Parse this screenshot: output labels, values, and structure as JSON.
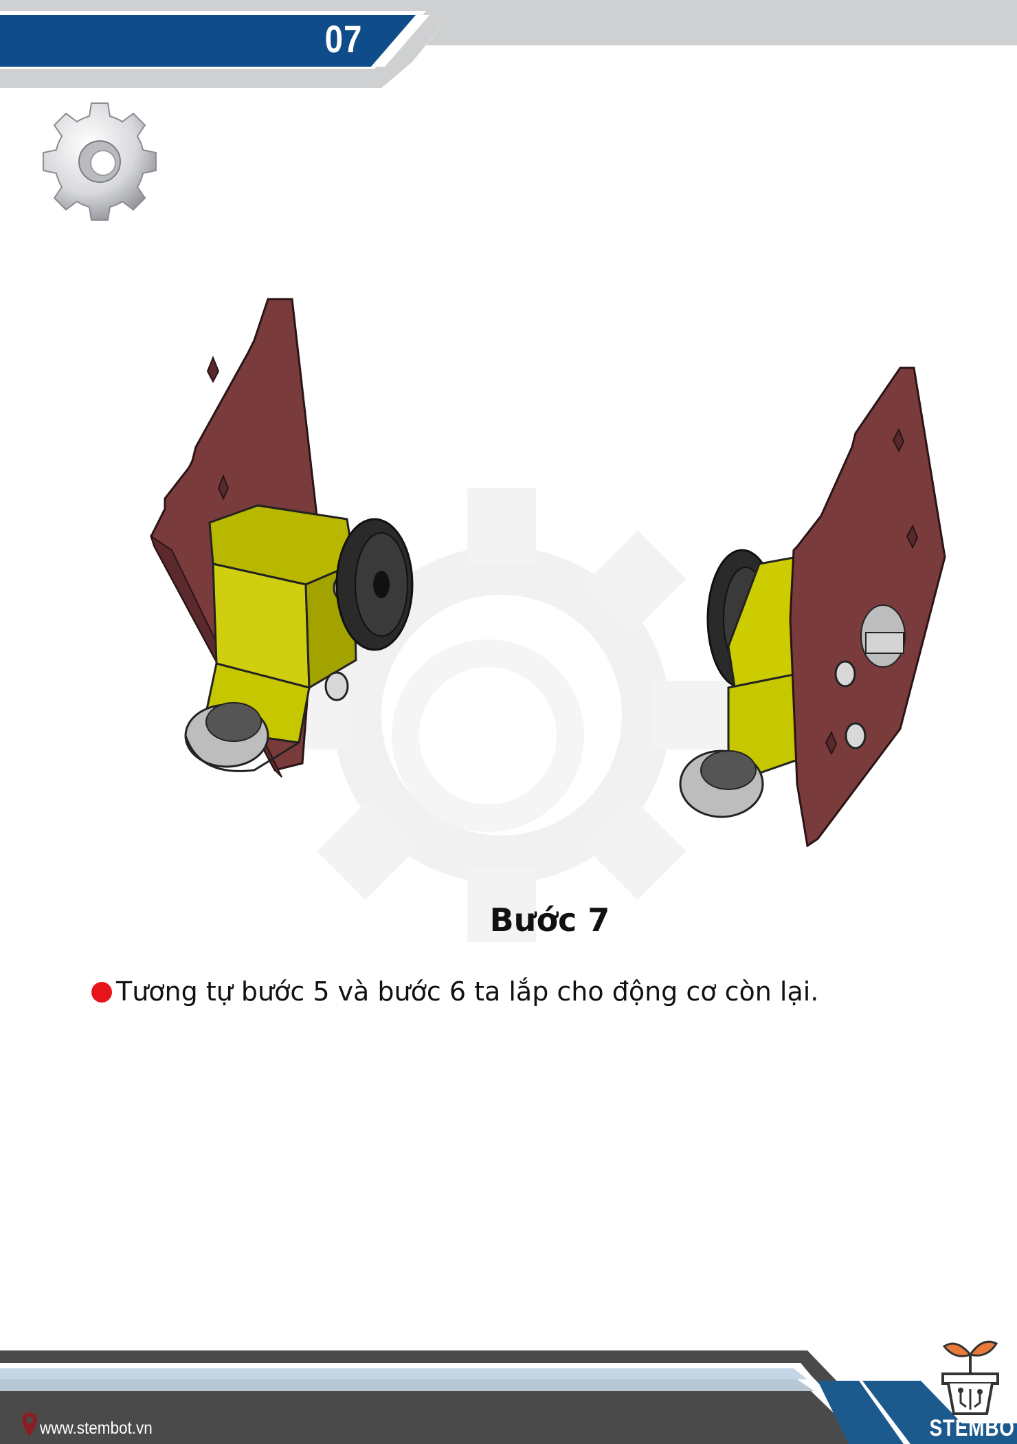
{
  "header": {
    "page_number": "07"
  },
  "step": {
    "title": "Bước 7",
    "description": "Tương tự bước 5 và bước 6 ta lắp cho động cơ còn lại."
  },
  "footer": {
    "website": "www.stembot.vn",
    "brand": "STEMBOT"
  },
  "colors": {
    "header_blue": "#0f4c8a",
    "bar_gray": "#cfd0d1",
    "bullet_red": "#e8141b",
    "footer_dark": "#4a4a4a",
    "footer_blue": "#1c5a8e",
    "plate_red": "#7a3b3d",
    "motor_yellow": "#cccc00"
  },
  "icons": [
    "gear-icon",
    "watermark-gear-icon",
    "location-pin-icon",
    "stembot-logo-icon"
  ]
}
